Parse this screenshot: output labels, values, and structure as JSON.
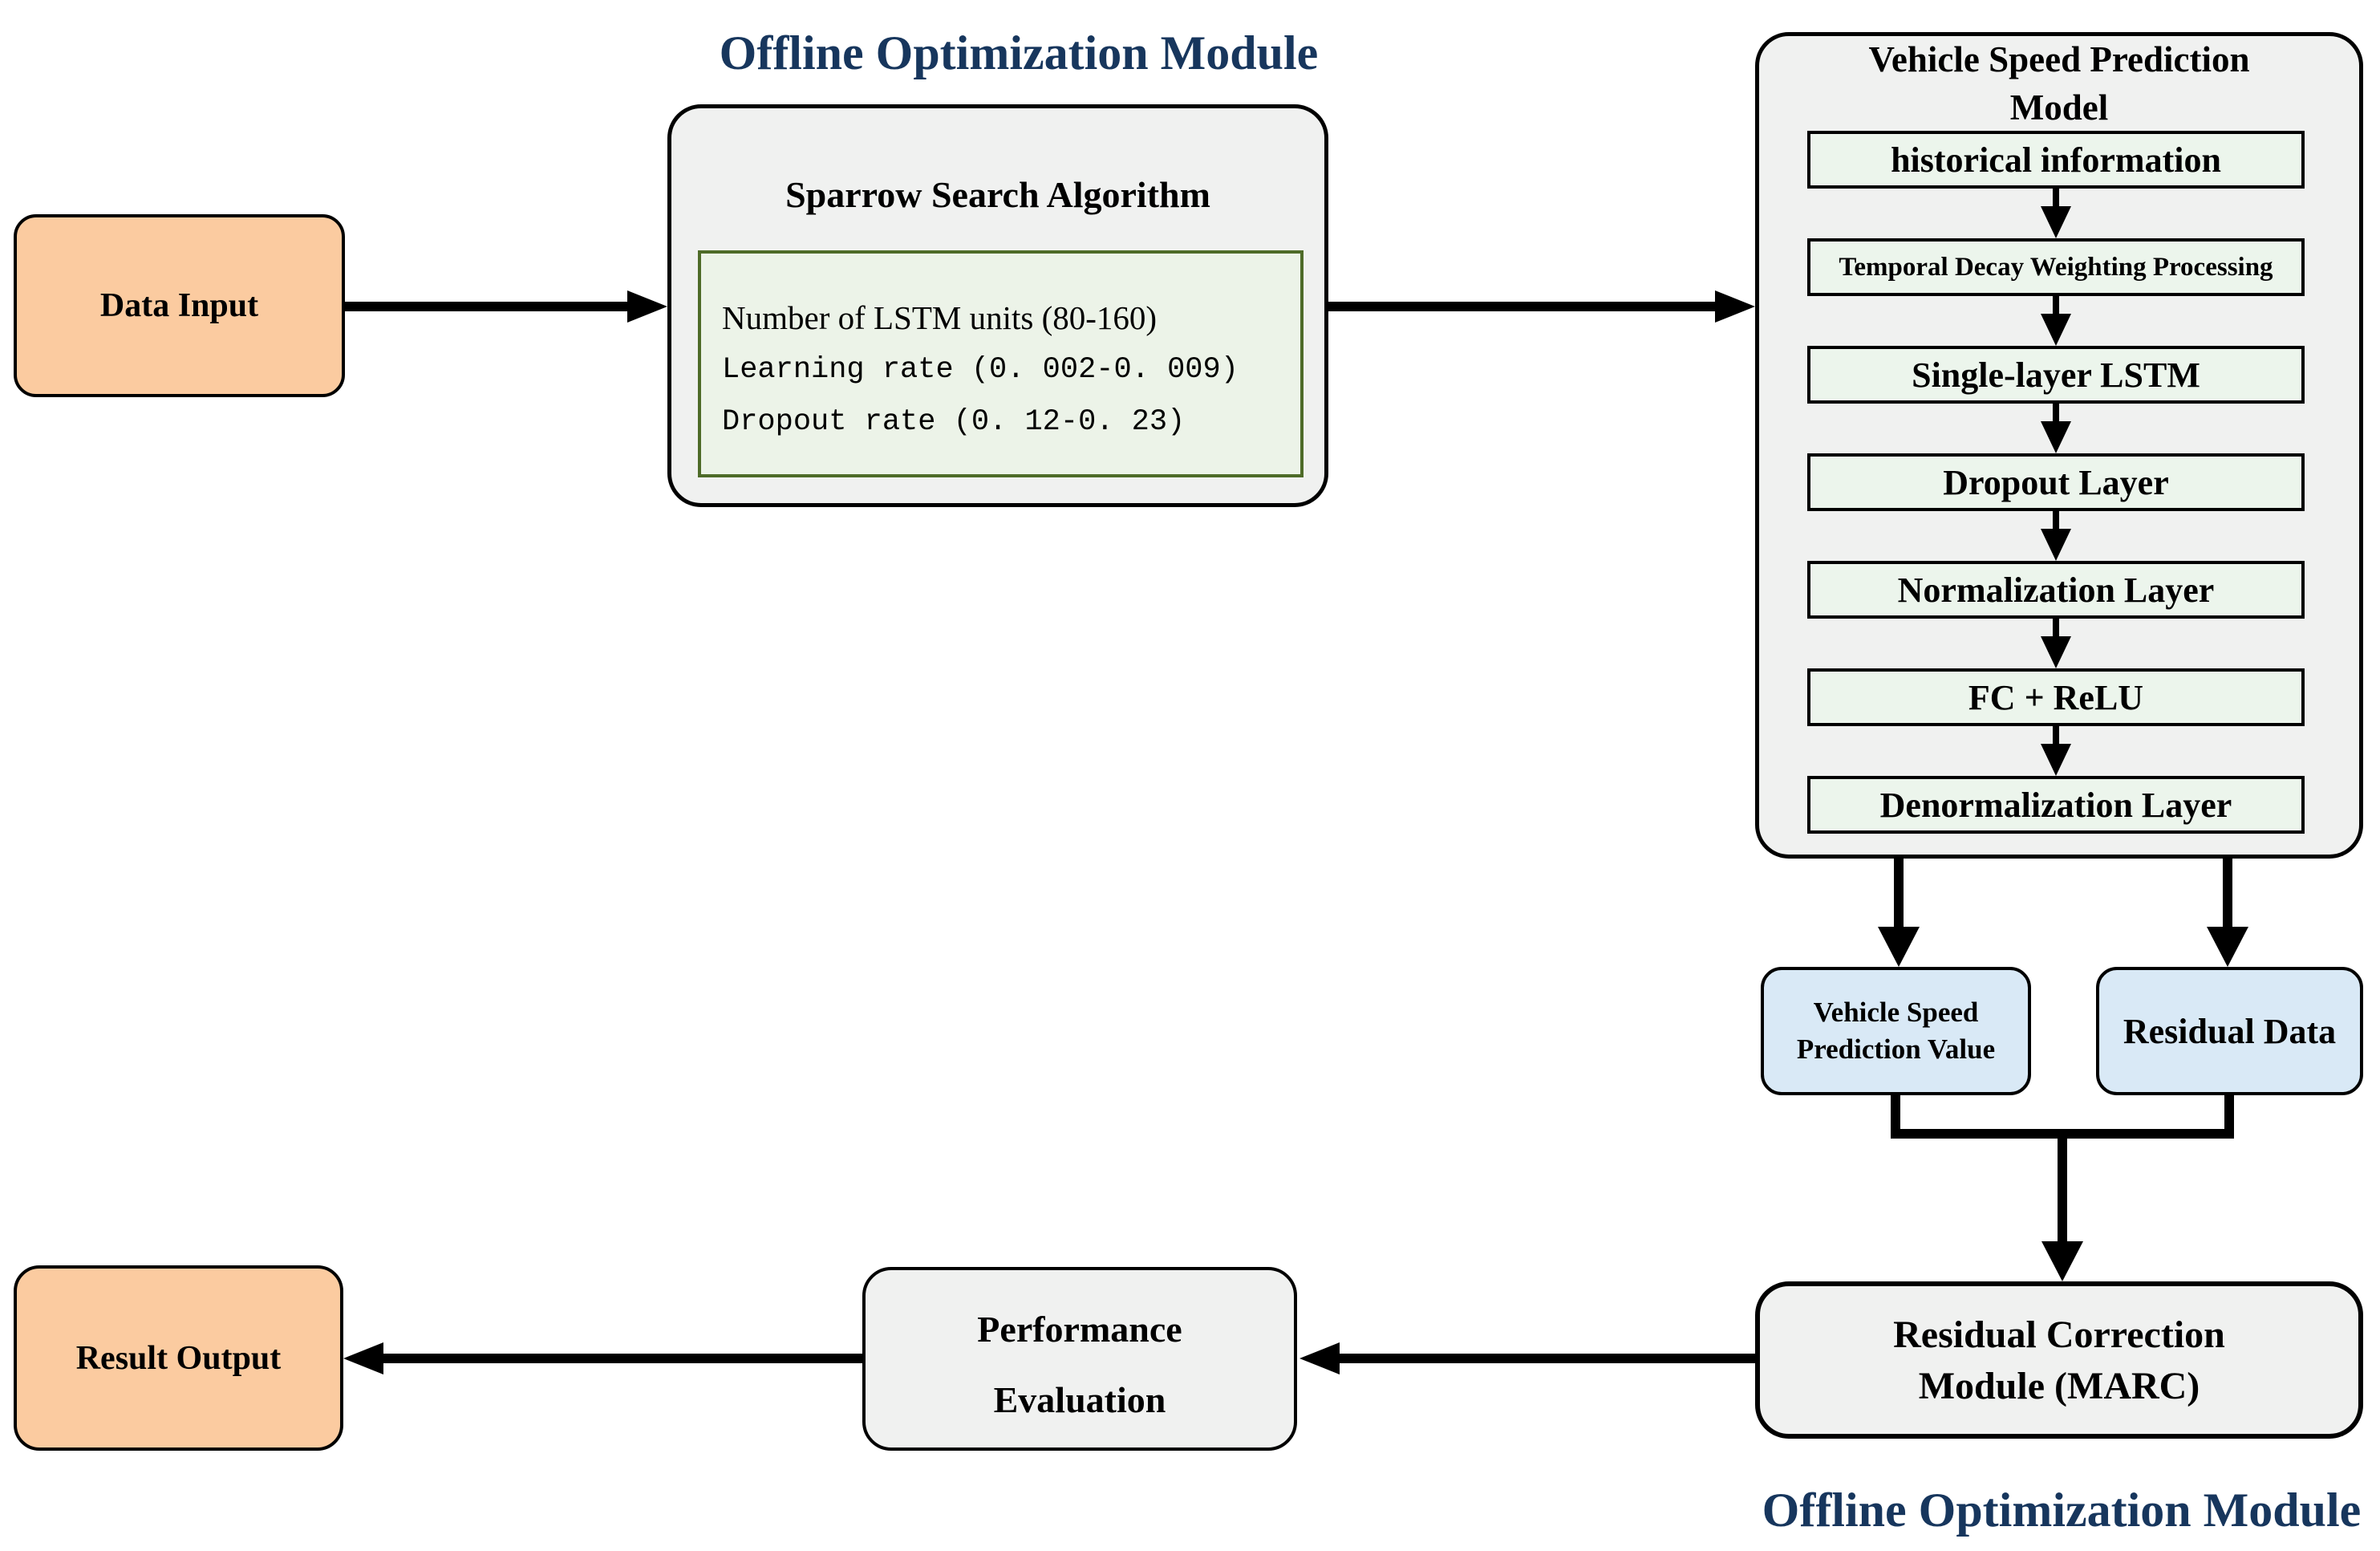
{
  "page": {
    "top_title": "Offline Optimization Module",
    "bottom_title": "Offline Optimization Module"
  },
  "colors": {
    "title_navy": "#17365d",
    "node_gray_fill": "#f0f1f0",
    "param_box_fill": "#ecf3e8",
    "param_box_border": "#4e6b28",
    "layer_row_fill": "#ecf5ec",
    "orange_fill": "#fbcba0",
    "blue_fill": "#d9e9f6",
    "connector_black": "#000000"
  },
  "nodes": {
    "data_input": {
      "label": "Data Input"
    },
    "sparrow": {
      "title": "Sparrow Search Algorithm",
      "params": [
        "Number of LSTM units (80-160)",
        "Learning rate (0. 002-0. 009)",
        "Dropout rate (0. 12-0. 23)"
      ]
    },
    "vehicle_model": {
      "title_line1": "Vehicle Speed Prediction",
      "title_line2": "Model",
      "layers": [
        "historical information",
        "Temporal Decay Weighting Processing",
        "Single-layer LSTM",
        "Dropout Layer",
        "Normalization Layer",
        "FC + ReLU",
        "Denormalization Layer"
      ]
    },
    "vsp_value": {
      "line1": "Vehicle Speed",
      "line2": "Prediction Value"
    },
    "residual_data": {
      "label": "Residual Data"
    },
    "marc": {
      "line1": "Residual Correction",
      "line2": "Module (MARC)"
    },
    "performance": {
      "line1": "Performance",
      "line2": "Evaluation"
    },
    "result_output": {
      "label": "Result Output"
    }
  }
}
